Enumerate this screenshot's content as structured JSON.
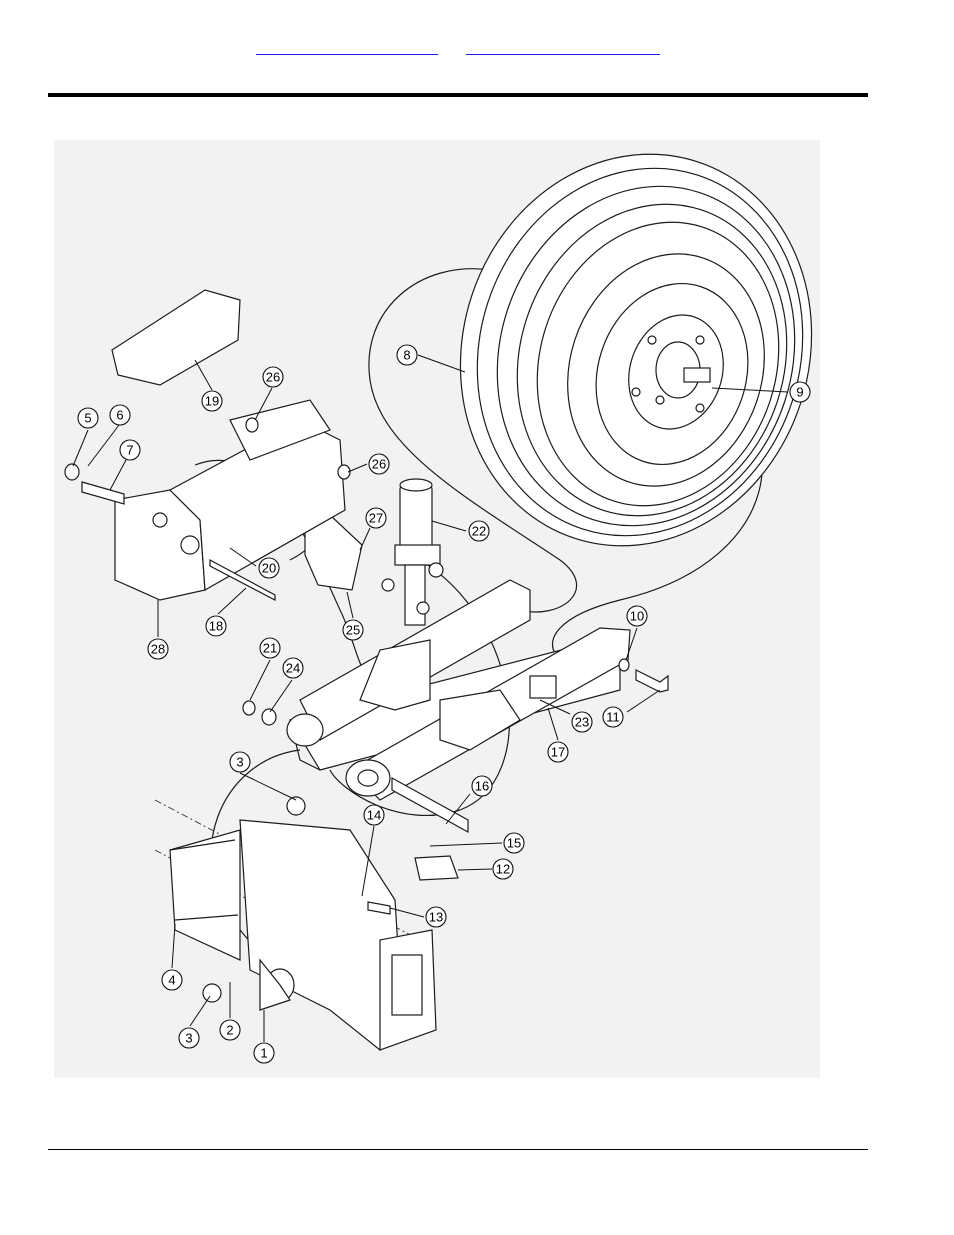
{
  "header": {
    "links": [
      {
        "label": ""
      },
      {
        "label": ""
      }
    ]
  },
  "callouts": [
    "1",
    "2",
    "3",
    "4",
    "5",
    "6",
    "7",
    "8",
    "9",
    "10",
    "11",
    "12",
    "13",
    "14",
    "15",
    "16",
    "17",
    "18",
    "19",
    "20",
    "21",
    "22",
    "23",
    "24",
    "25",
    "26",
    "27",
    "28"
  ]
}
